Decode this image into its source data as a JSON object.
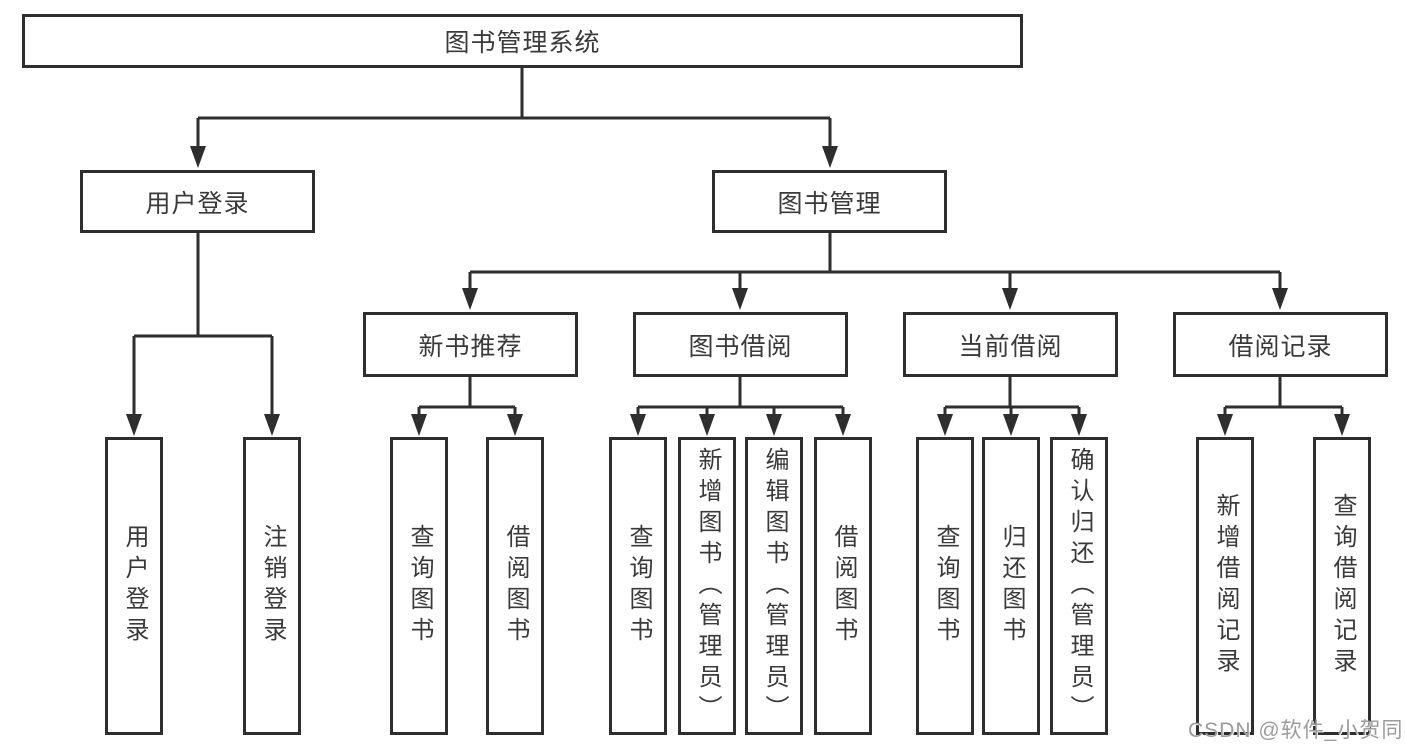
{
  "diagram": {
    "type": "tree",
    "root": {
      "label": "图书管理系统"
    },
    "level2": {
      "user_login": {
        "label": "用户登录"
      },
      "book_management": {
        "label": "图书管理"
      }
    },
    "level3": {
      "new_book_recommendation": {
        "label": "新书推荐"
      },
      "book_borrowing": {
        "label": "图书借阅"
      },
      "current_borrowing": {
        "label": "当前借阅"
      },
      "borrowing_records": {
        "label": "借阅记录"
      }
    },
    "level4": {
      "user_login_action": {
        "label": "用户登录"
      },
      "logout_action": {
        "label": "注销登录"
      },
      "query_books_recommend": {
        "label": "查询图书"
      },
      "borrow_book_recommend": {
        "label": "借阅图书"
      },
      "query_books_borrowing": {
        "label": "查询图书"
      },
      "add_book_admin": {
        "label": "新增图书（管理员）"
      },
      "edit_book_admin": {
        "label": "编辑图书（管理员）"
      },
      "borrow_book_borrowing": {
        "label": "借阅图书"
      },
      "query_books_current": {
        "label": "查询图书"
      },
      "return_book": {
        "label": "归还图书"
      },
      "confirm_return_admin": {
        "label": "确认归还（管理员）"
      },
      "add_borrow_record": {
        "label": "新增借阅记录"
      },
      "query_borrow_record": {
        "label": "查询借阅记录"
      }
    }
  },
  "watermark": {
    "text": "CSDN @软件_小贺同学"
  },
  "colors": {
    "line": "#2e2e2e",
    "box_border": "#2e2e2e",
    "text": "#3a3a3a",
    "watermark": "#9c9c9c",
    "background": "#ffffff"
  }
}
